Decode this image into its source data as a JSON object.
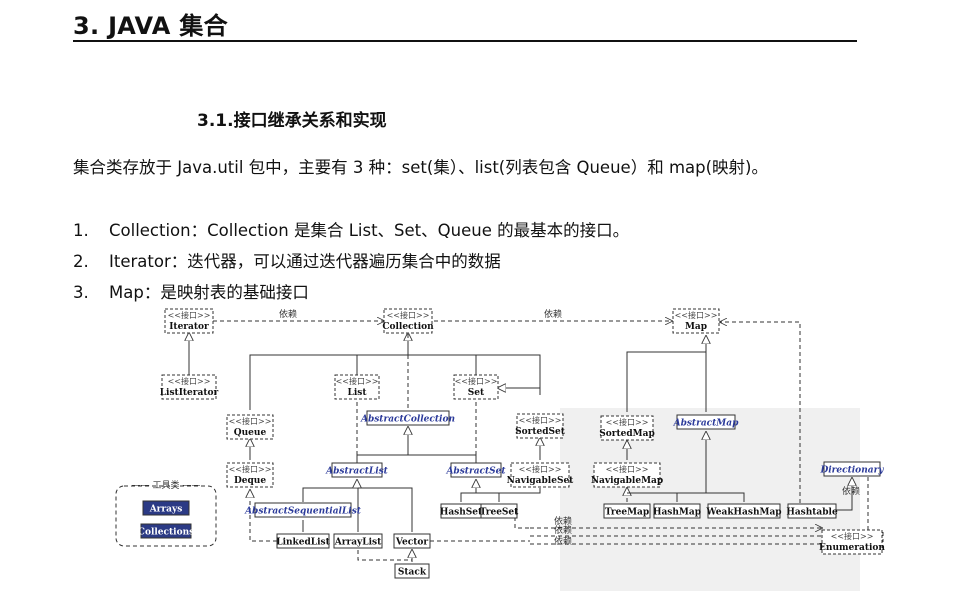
{
  "heading": "3. JAVA 集合",
  "subheading": "3.1.接口继承关系和实现",
  "intro": "集合类存放于 Java.util 包中，主要有 3 种：set(集）、list(列表包含 Queue）和 map(映射)。",
  "list": [
    {
      "num": "1.",
      "text": "Collection：Collection 是集合 List、Set、Queue 的最基本的接口。"
    },
    {
      "num": "2.",
      "text": "Iterator：迭代器，可以通过迭代器遍历集合中的数据"
    },
    {
      "num": "3.",
      "text": "Map：是映射表的基础接口"
    }
  ],
  "diagram": {
    "stereotype": "<<接口>>",
    "depends": "依赖",
    "tools_label": "工具类",
    "nodes": {
      "iterator": "Iterator",
      "collection": "Collection",
      "map": "Map",
      "listiterator": "ListIterator",
      "list": "List",
      "set": "Set",
      "queue": "Queue",
      "abstractcollection": "AbstractCollection",
      "sortedset": "SortedSet",
      "sortedmap": "SortedMap",
      "abstractmap": "AbstractMap",
      "deque": "Deque",
      "abstractlist": "AbstractList",
      "abstractset": "AbstractSet",
      "navigableset": "NavigableSet",
      "navigablemap": "NavigableMap",
      "directionary": "Directionary",
      "arrays": "Arrays",
      "collections": "Collections",
      "abstractsequentiallist": "AbstractSequentialList",
      "hashset": "HashSet",
      "treeset": "TreeSet",
      "treemap": "TreeMap",
      "hashmap": "HashMap",
      "weakhashmap": "WeakHashMap",
      "hashtable": "Hashtable",
      "linkedlist": "LinkedList",
      "arraylist": "ArrayList",
      "vector": "Vector",
      "enumeration": "Enumeration",
      "stack": "Stack"
    }
  }
}
